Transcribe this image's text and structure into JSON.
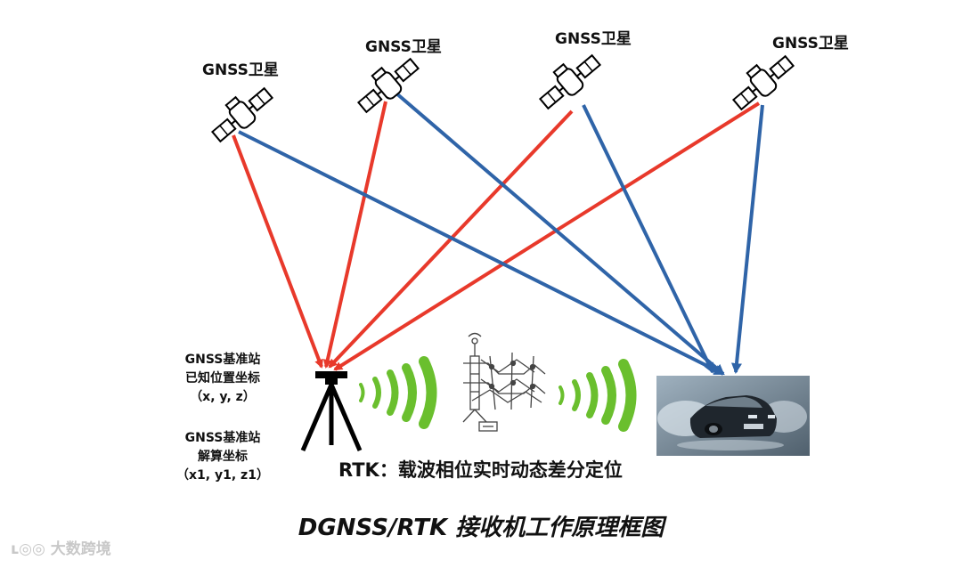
{
  "satellites": [
    {
      "label": "GNSS卫星"
    },
    {
      "label": "GNSS卫星"
    },
    {
      "label": "GNSS卫星"
    },
    {
      "label": "GNSS卫星"
    }
  ],
  "base_station": {
    "known_title": "GNSS基准站",
    "known_line2": "已知位置坐标",
    "known_coords": "（x, y, z）",
    "solved_title": "GNSS基准站",
    "solved_line2": "解算坐标",
    "solved_coords": "（x1, y1, z1）"
  },
  "rtk_label": "RTK：载波相位实时动态差分定位",
  "title": "DGNSS/RTK 接收机工作原理框图",
  "watermark": "大数跨境",
  "colors": {
    "red_signal": "#e8392b",
    "blue_signal": "#2f64a8",
    "green_wave": "#6abf2e"
  }
}
